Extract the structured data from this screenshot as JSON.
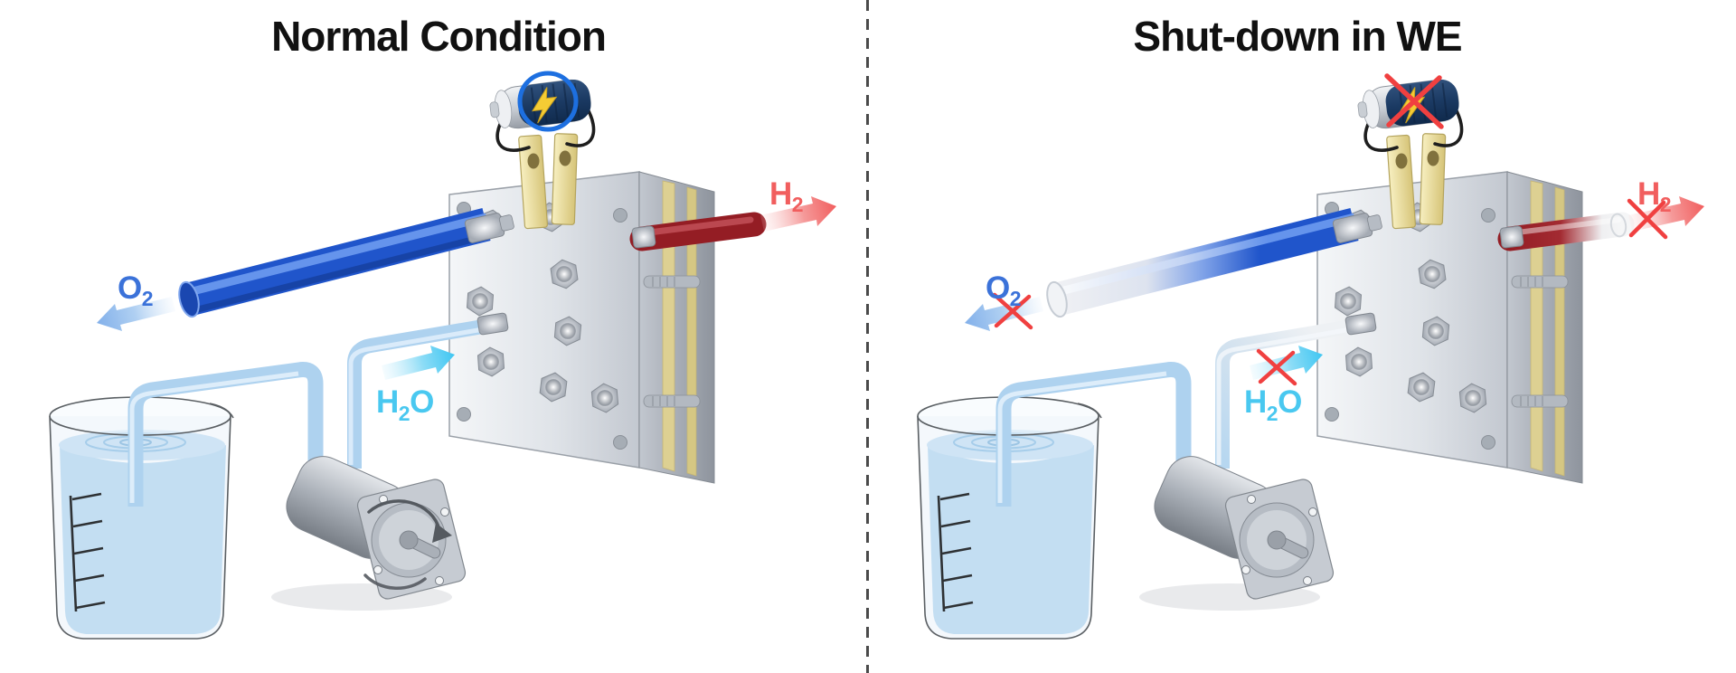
{
  "figure": {
    "description": "3D illustration comparing a water electrolyzer system in normal operation versus shut-down",
    "background_color": "#ffffff"
  },
  "divider": {
    "type": "vertical-dashed-line",
    "color": "#4a4a4a"
  },
  "panels": [
    {
      "id": "normal",
      "title": "Normal Condition",
      "power": {
        "source": "battery",
        "state": "on",
        "indicator": "blue-circle-highlight",
        "indicator_color": "#1d6fe0",
        "lightning_bolt_color": "#f5cc34"
      },
      "flows": [
        {
          "name": "oxygen-outlet",
          "symbol": "O",
          "subscript": "2",
          "label_color": "#3b72d9",
          "tube_color": "#2055cb",
          "direction": "out-left",
          "status": "flowing"
        },
        {
          "name": "hydrogen-outlet",
          "symbol": "H",
          "subscript": "2",
          "label_color": "#f15e5e",
          "tube_color": "#941d24",
          "direction": "out-right",
          "status": "flowing"
        },
        {
          "name": "water-feed",
          "symbol": "H",
          "subscript": "2",
          "symbol_post": "O",
          "label_color": "#49c8f0",
          "tube_color": "#aed2ef",
          "direction": "into-cell",
          "status": "flowing"
        }
      ],
      "pump": {
        "status": "rotating",
        "rotation_arrow_shown": true
      },
      "equipment_icons": [
        "battery-icon",
        "electrolyzer-cell-icon",
        "beaker-with-water-icon",
        "pump-motor-icon"
      ]
    },
    {
      "id": "shutdown",
      "title": "Shut-down in WE",
      "power": {
        "source": "battery",
        "state": "off",
        "indicator": "red-cross",
        "indicator_color": "#f04040",
        "lightning_bolt_color": "#f5cc34"
      },
      "flows": [
        {
          "name": "oxygen-outlet",
          "symbol": "O",
          "subscript": "2",
          "label_color": "#3b72d9",
          "tube_color": "fading-to-empty",
          "direction": "out-left",
          "status": "stopped-crossed"
        },
        {
          "name": "hydrogen-outlet",
          "symbol": "H",
          "subscript": "2",
          "label_color": "#f15e5e",
          "tube_color": "fading-to-empty",
          "direction": "out-right",
          "status": "stopped-crossed"
        },
        {
          "name": "water-feed",
          "symbol": "H",
          "subscript": "2",
          "symbol_post": "O",
          "label_color": "#49c8f0",
          "tube_color": "fading-to-empty",
          "direction": "into-cell",
          "status": "stopped-crossed"
        }
      ],
      "pump": {
        "status": "stopped",
        "rotation_arrow_shown": false
      },
      "equipment_icons": [
        "battery-icon",
        "electrolyzer-cell-icon",
        "beaker-with-water-icon",
        "pump-motor-icon"
      ]
    }
  ]
}
